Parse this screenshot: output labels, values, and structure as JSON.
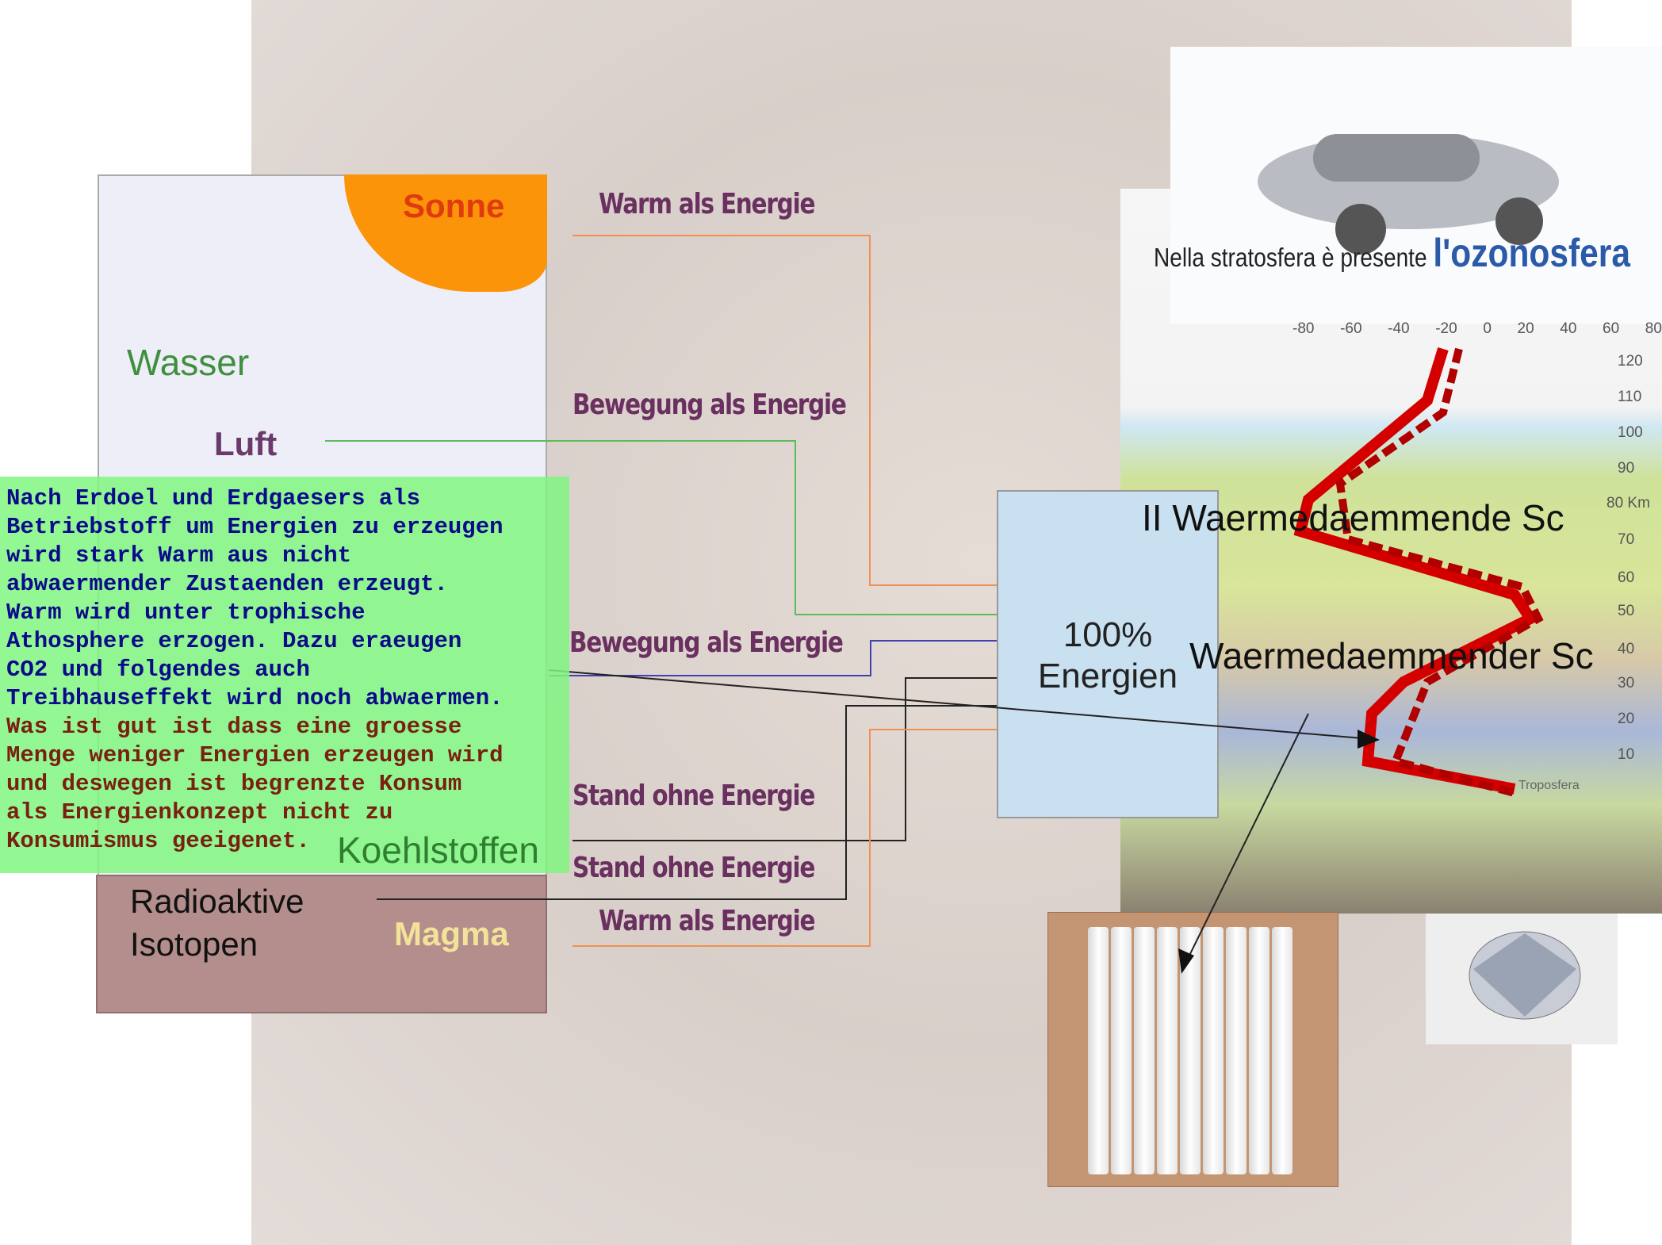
{
  "sources": {
    "sun": "Sonne",
    "air": "Luft",
    "water": "Wasser",
    "carbon": "Koehlstoffen",
    "radioactive": "Radioaktive",
    "isotopes": "Isotopen",
    "magma": "Magma"
  },
  "flows": [
    "Warm als Energie",
    "Bewegung als Energie",
    "Bewegung als Energie",
    "Stand ohne Energie",
    "Stand ohne Energie",
    "Warm als Energie"
  ],
  "note": {
    "blue": [
      "Nach Erdoel und Erdgaesers als",
      "Betriebstoff um Energien zu erzeugen",
      "wird stark Warm aus nicht",
      "abwaermender Zustaenden erzeugt.",
      "Warm wird unter trophische",
      "Athosphere erzogen. Dazu eraeugen",
      "CO2 und folgendes auch",
      "Treibhauseffekt wird noch abwaermen."
    ],
    "red": [
      "Was ist gut ist dass eine groesse",
      "Menge weniger Energien erzeugen wird",
      "und deswegen ist begrenzte Konsum",
      "als Energienkonzept nicht zu",
      "Konsumismus geeigenet."
    ]
  },
  "energy": {
    "line1": "100%",
    "line2": "Energien"
  },
  "atmosphere": {
    "caption": "Nella stratosfera è presente",
    "caption_big": "l'ozonosfera",
    "layer2": "II Waermedaemmende Sc",
    "layer1": "Waermedaemmender Sc",
    "km": "80 Km",
    "troposphere": "Troposfera",
    "x_ticks": [
      "-80",
      "-60",
      "-40",
      "-20",
      "0",
      "20",
      "40",
      "60",
      "80"
    ],
    "y_ticks": [
      "120",
      "110",
      "100",
      "90",
      "70",
      "60",
      "50",
      "40",
      "30",
      "20",
      "10"
    ]
  },
  "colors": {
    "sun": "#fb9408",
    "note_bg": "#80f680",
    "flow_label": "#6a3060",
    "magma": "#b38e8c"
  }
}
